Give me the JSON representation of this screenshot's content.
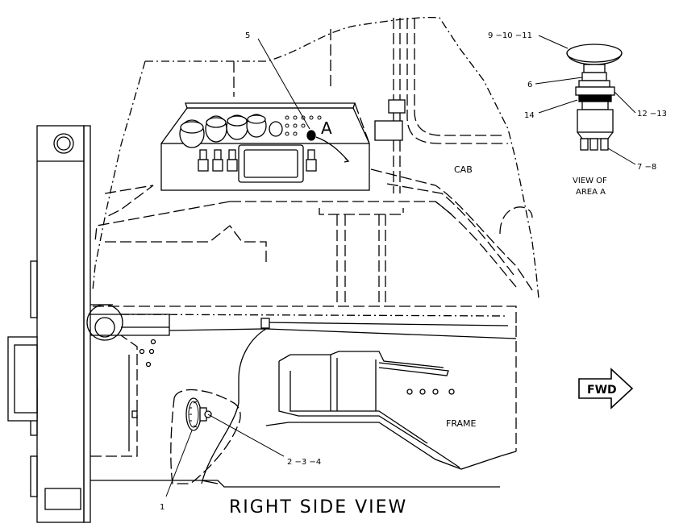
{
  "title": "RIGHT SIDE VIEW",
  "view_caption": {
    "line1": "VIEW OF",
    "line2": "AREA  A"
  },
  "area_marker": "A",
  "region_labels": {
    "cab": "CAB",
    "frame": "FRAME"
  },
  "direction_arrow": "FWD",
  "callouts": {
    "c5": "5",
    "c9_10_11": "9  −10  −11",
    "c6": "6",
    "c14": "14",
    "c12_13": "12 −13",
    "c7_8": "7 −8",
    "c2_3_4": "2  −3  −4",
    "c1": "1"
  }
}
